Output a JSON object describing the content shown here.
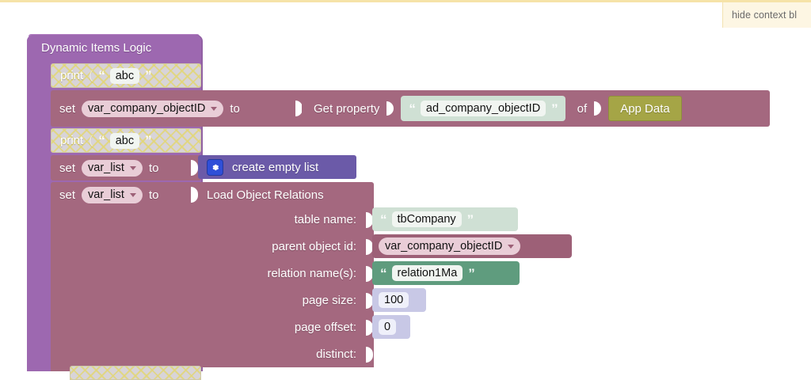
{
  "window": {
    "context_tab_label": "hide context bl",
    "accent_yellow": "#f6e3a8",
    "tab_background": "#fdf6e3"
  },
  "workspace": {
    "procedure": {
      "title": "Dynamic Items Logic",
      "color": "#9d68b0"
    },
    "blocks": [
      {
        "id": "print-1",
        "type": "print",
        "label": "print",
        "disabled": true,
        "paren": "(",
        "value": {
          "type": "text",
          "quote_open": "“",
          "quote_close": "”",
          "text": "abc"
        }
      },
      {
        "id": "set-company-objectid",
        "type": "set-variable",
        "label": "set",
        "variable": "var_company_objectID",
        "to_label": "to",
        "color": "#a4687f",
        "value": {
          "type": "get-property",
          "label": "Get property",
          "of_label": "of",
          "color": "#a4687f",
          "property": {
            "type": "text",
            "text": "ad_company_objectID",
            "color": "#cfe0d4"
          },
          "source": {
            "type": "app-data",
            "label": "App Data",
            "color": "#a5a546"
          }
        }
      },
      {
        "id": "print-2",
        "type": "print",
        "label": "print",
        "disabled": true,
        "paren": "(",
        "value": {
          "type": "text",
          "quote_open": "“",
          "quote_close": "”",
          "text": "abc"
        }
      },
      {
        "id": "set-var-list-empty",
        "type": "set-variable",
        "label": "set",
        "variable": "var_list",
        "to_label": "to",
        "color": "#a4687f",
        "value": {
          "type": "create-empty-list",
          "label": "create empty list",
          "icon": "gear-icon",
          "color": "#6b5aa8"
        }
      },
      {
        "id": "set-var-list-relations",
        "type": "set-variable",
        "label": "set",
        "variable": "var_list",
        "to_label": "to",
        "color": "#a4687f",
        "value": {
          "type": "load-object-relations",
          "label": "Load Object Relations",
          "color": "#a4687f",
          "fields": [
            {
              "name": "table name:",
              "value": "tbCompany",
              "value_type": "text",
              "color": "#cfe0d4",
              "quote_open": "“",
              "quote_close": "”"
            },
            {
              "name": "parent object id:",
              "value": "var_company_objectID",
              "value_type": "variable",
              "color": "#9d6077"
            },
            {
              "name": "relation name(s):",
              "value": "relation1Ma",
              "value_type": "text",
              "color": "#5f9c7e",
              "quote_open": "“",
              "quote_close": "”"
            },
            {
              "name": "page size:",
              "value": "100",
              "value_type": "number",
              "color": "#c8c8e6"
            },
            {
              "name": "page offset:",
              "value": "0",
              "value_type": "number",
              "color": "#c8c8e6"
            },
            {
              "name": "distinct:",
              "value": "",
              "value_type": "empty",
              "color": ""
            }
          ]
        }
      }
    ]
  }
}
